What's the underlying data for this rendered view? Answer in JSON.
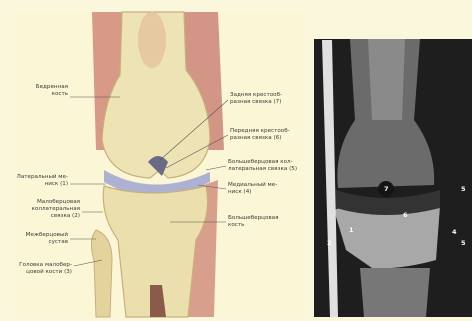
{
  "illustration": {
    "labels": {
      "femur": "Бедренная\nкость",
      "lateral_meniscus": "Латеральный ме-\nниск (1)",
      "fibular_collateral": "Малоберцовая\nколлатеральная\nсвязка (2)",
      "tibiofibular_joint": "Межберцовый\nсустав",
      "fibula_head": "Головка малобер-\nцовой кости (3)",
      "pcl": "Задняя крестооб-\nразная связка (7)",
      "acl": "Передняя крестооб-\nразная связка (6)",
      "tibial_collateral": "Большеберцовая кол-\nлатеральная связка (5)",
      "medial_meniscus": "Медиальный ме-\nниск (4)",
      "tibia": "Большеберцовая\nкость"
    }
  },
  "mri": {
    "numbers": {
      "n1": "1",
      "n2": "2",
      "n4": "4",
      "n5a": "5",
      "n5b": "5",
      "n6": "6",
      "n7": "7"
    }
  }
}
